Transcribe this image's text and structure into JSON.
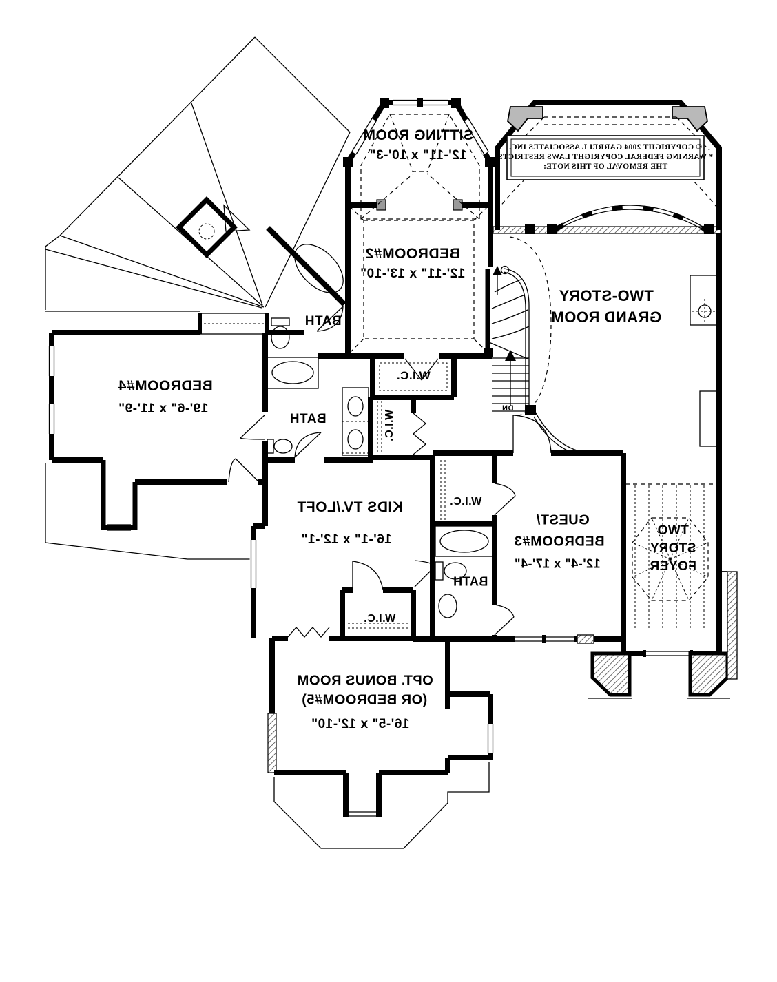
{
  "copyright_box": {
    "line1": "© COPYRIGHT 2004 GARRELL ASSOCIATES INC.",
    "line2": "* WARNING FEDERAL COPYRIGHT LAWS RESTRICTS",
    "line3": "THE REMOVAL OF THIS NOTE:"
  },
  "rooms": {
    "sitting": {
      "name": "SITTING ROOM",
      "dims": "12'-11\" x 10'-3\""
    },
    "bedroom2": {
      "name": "BEDROOM#2",
      "dims": "12'-11\" x 13'-10\""
    },
    "grand": {
      "line1": "TWO-STORY",
      "line2": "GRAND ROOM"
    },
    "bedroom4": {
      "name": "BEDROOM#4",
      "dims": "19'-6\" x 11'-9\""
    },
    "loft": {
      "name": "KIDS TV./LOFT",
      "dims": "16'-1\" x 12'-1\""
    },
    "guest": {
      "line1": "GUEST/",
      "line2": "BEDROOM#3",
      "dims": "12'-4\" x 17'-4\""
    },
    "foyer": {
      "line1": "TWO",
      "line2": "STORY",
      "line3": "FOYER"
    },
    "bonus": {
      "line1": "OPT. BONUS ROOM",
      "line2": "(OR BEDROOM#5)",
      "dims": "16'-5\" x 12'-10\""
    },
    "bath_upper": "BATH",
    "bath_middle": "BATH",
    "bath_guest": "BATH",
    "wic_bedroom2": "W.I.C.",
    "wic_hall": "W.I.C.",
    "wic_guest": "W.I.C.",
    "wic_bonus": "W.I.C.",
    "stairs": {
      "down_label": "DN"
    }
  },
  "colors": {
    "ink": "#000000",
    "paper": "#ffffff",
    "post_gray": "#9a9a9a",
    "roof_flag_gray": "#b9b9b9"
  }
}
